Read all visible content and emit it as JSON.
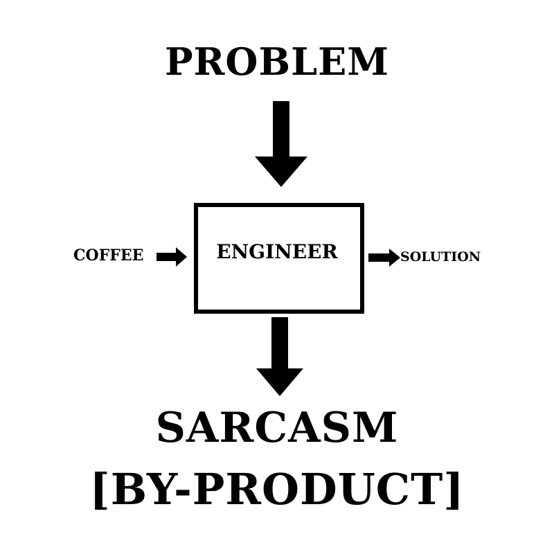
{
  "diagram": {
    "input_top": "PROBLEM",
    "input_left": "COFFEE",
    "processor": "ENGINEER",
    "output_right": "SOLUTION",
    "output_bottom": "SARCASM",
    "output_bottom_note": "[BY-PRODUCT]"
  },
  "colors": {
    "foreground": "#000000",
    "background": "#ffffff"
  }
}
